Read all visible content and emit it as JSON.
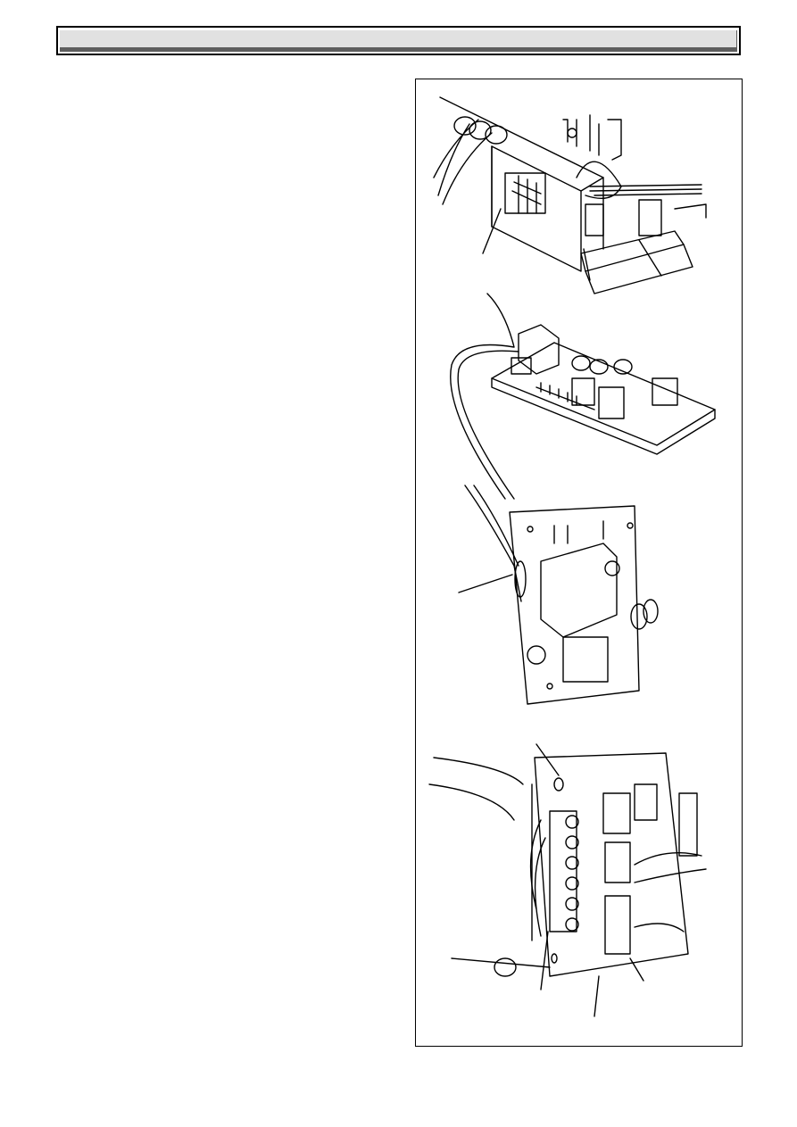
{
  "header": {
    "title": ""
  },
  "figure": {
    "illustrations": [
      "control-box-assembly",
      "pcb-board",
      "pcb-mounting-plate",
      "terminal-block-panel"
    ],
    "colors": {
      "header_fill": "#e1e1e1",
      "header_shadow": "#5e5e5e",
      "line": "#000000"
    }
  }
}
